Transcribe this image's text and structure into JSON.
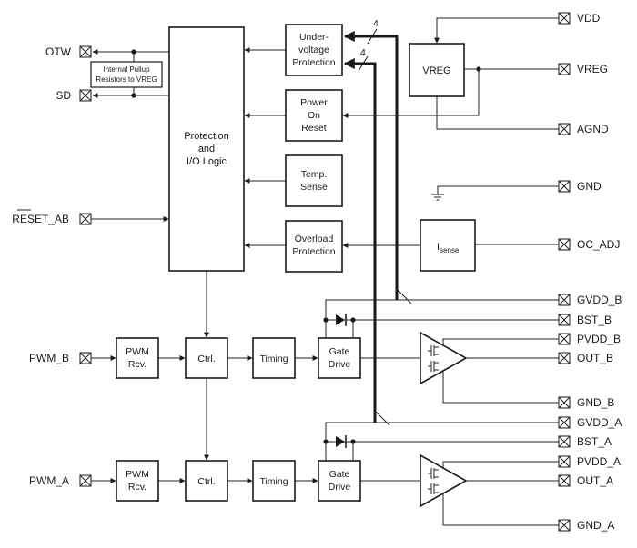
{
  "pins": {
    "otw": "OTW",
    "sd": "SD",
    "reset_ab": "RESET_AB",
    "pwm_b": "PWM_B",
    "pwm_a": "PWM_A",
    "vdd": "VDD",
    "vreg": "VREG",
    "agnd": "AGND",
    "gnd": "GND",
    "oc_adj": "OC_ADJ",
    "gvdd_b": "GVDD_B",
    "bst_b": "BST_B",
    "pvdd_b": "PVDD_B",
    "out_b": "OUT_B",
    "gnd_b": "GND_B",
    "gvdd_a": "GVDD_A",
    "bst_a": "BST_A",
    "pvdd_a": "PVDD_A",
    "out_a": "OUT_A",
    "gnd_a": "GND_A"
  },
  "blocks": {
    "pullup_line1": "Internal Pullup",
    "pullup_line2": "Resistors to VREG",
    "protection_line1": "Protection",
    "protection_line2": "and",
    "protection_line3": "I/O Logic",
    "uvp_line1": "Under-",
    "uvp_line2": "voltage",
    "uvp_line3": "Protection",
    "por_line1": "Power",
    "por_line2": "On",
    "por_line3": "Reset",
    "temp_line1": "Temp.",
    "temp_line2": "Sense",
    "olp_line1": "Overload",
    "olp_line2": "Protection",
    "vreg": "VREG",
    "isense_main": "I",
    "isense_sub": "sense",
    "pwm_rcv_line1": "PWM",
    "pwm_rcv_line2": "Rcv.",
    "ctrl": "Ctrl.",
    "timing": "Timing",
    "gate_line1": "Gate",
    "gate_line2": "Drive"
  },
  "bus_width": "4"
}
